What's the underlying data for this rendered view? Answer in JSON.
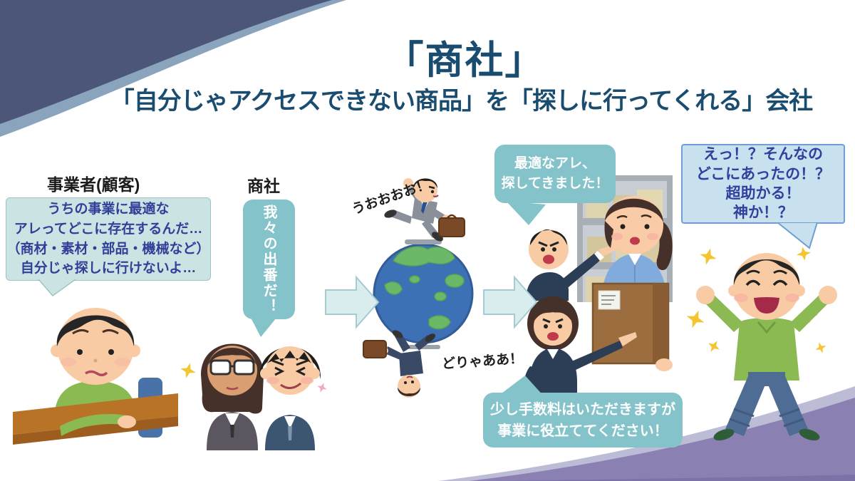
{
  "title": "「商社」",
  "subtitle": "「自分じゃアクセスできない商品」を「探しに行ってくれる」会社",
  "labels": {
    "business_owner": "事業者(顧客)",
    "trading_company": "商社"
  },
  "bubbles": {
    "owner_worry": {
      "lines": [
        "うちの事業に最適な",
        "アレってどこに存在するんだ…",
        "（商材・素材・部品・機械など）",
        "自分じゃ探しに行けないよ…"
      ]
    },
    "trading_ready": {
      "text": "我々の出番だ！"
    },
    "found": {
      "lines": [
        "最適なアレ、",
        "探してきました！"
      ]
    },
    "fee": {
      "lines": [
        "少し手数料はいただきますが",
        "事業に役立ててください！"
      ]
    },
    "surprise": {
      "lines": [
        "えっ！？そんなの",
        "どこにあったの！？",
        "超助かる！",
        "神か！？"
      ]
    }
  },
  "shouts": {
    "top_runner": "うおおおお！",
    "bottom_runner": "どりゃああ！"
  },
  "icons": {
    "sparkle": "✦",
    "flow_arrow": "➜"
  },
  "colors": {
    "title_text": "#1a4c70",
    "corner_navy": "#4b5679",
    "corner_navy_band": "#8ba4bd",
    "corner_purple": "#8b80b2",
    "corner_purple_band": "#bcbcd6",
    "bubble_teal": "#84c3c9",
    "bubble_light_cyan": "#cbe3e3",
    "bubble_light_blue": "#c9e1ef",
    "bubble_text_navy": "#313f98",
    "arrow_fill": "#d9ecee",
    "globe_ocean": "#3e70b5",
    "globe_land": "#6cb768"
  }
}
